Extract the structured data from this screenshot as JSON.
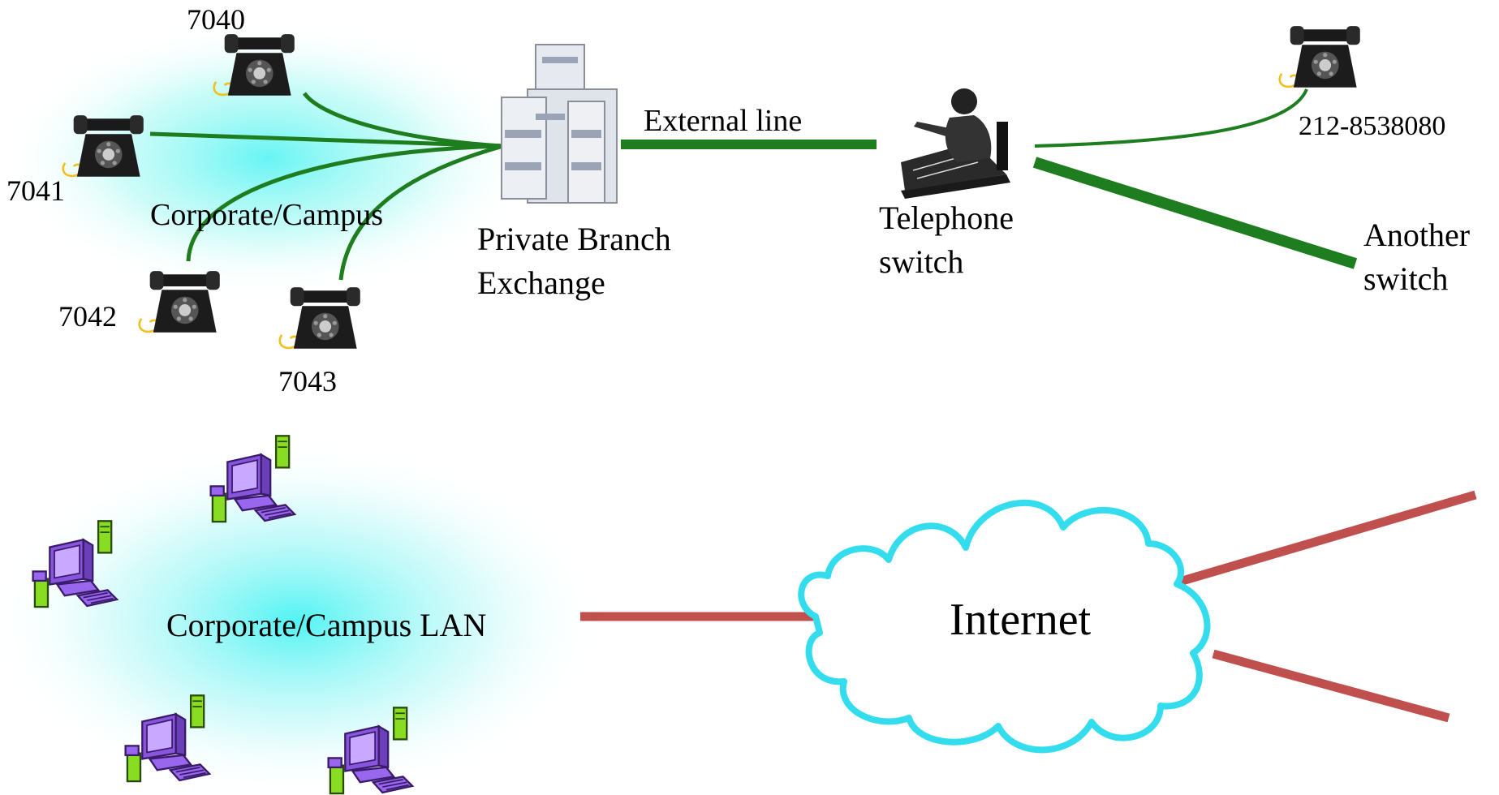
{
  "colors": {
    "phone_link": "#1e7d1e",
    "data_link": "#c0504d",
    "cloud_outline": "#33ddee",
    "campus_glow": "#5ff4f4",
    "computer_body": "#9966ee",
    "computer_tower": "#88dd22"
  },
  "telephony": {
    "extensions": [
      "7040",
      "7041",
      "7042",
      "7043"
    ],
    "campus_label": "Corporate/Campus",
    "pbx_label": [
      "Private Branch",
      "Exchange"
    ],
    "external_line_label": "External line",
    "switch_label": [
      "Telephone",
      "switch"
    ],
    "remote_number": "212-8538080",
    "another_switch_label": [
      "Another",
      "switch"
    ]
  },
  "data_network": {
    "lan_label": "Corporate/Campus LAN",
    "internet_label": "Internet"
  },
  "icons": [
    "rotary-phone-icon",
    "pbx-cabinet-icon",
    "switchboard-operator-icon",
    "desktop-computer-icon",
    "cloud-icon"
  ]
}
